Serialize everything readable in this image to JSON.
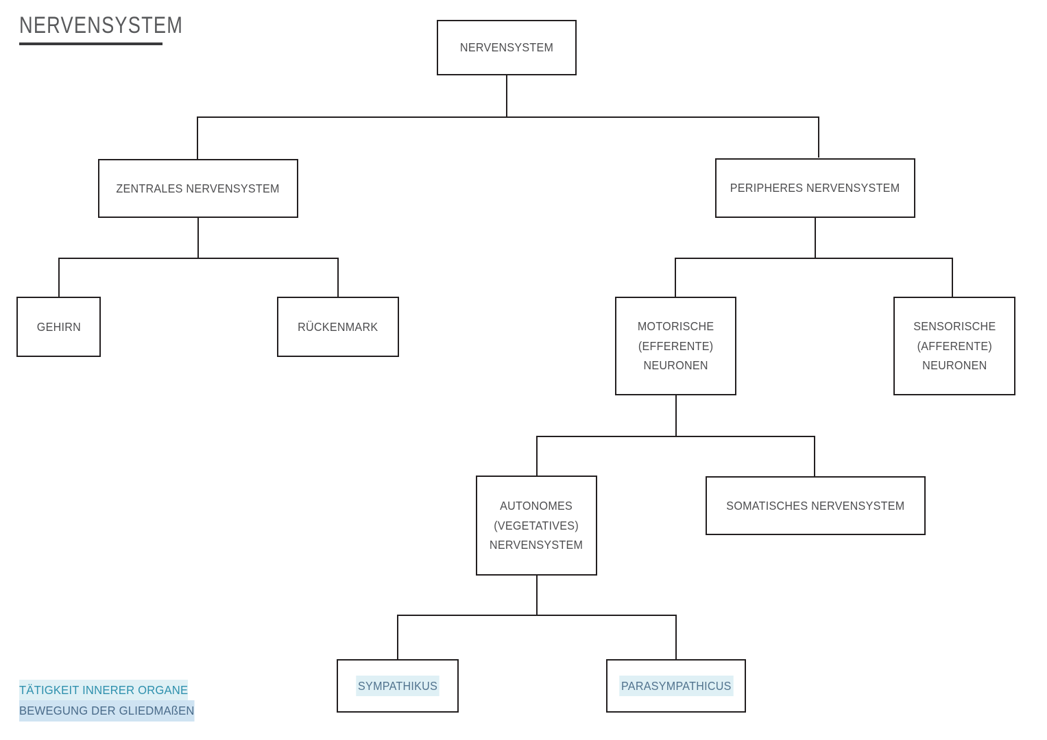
{
  "title": "NERVENSYSTEM",
  "colors": {
    "box_border": "#231f20",
    "box_fill": "#ffffff",
    "node_text": "#4d4d4f",
    "title_text": "#58595b",
    "accent_text": "#51738e",
    "accent_highlight": "#dff0f5",
    "legend_organs": "#2e90ad",
    "legend_limbs": "#4a6b8a",
    "connector": "#231f20"
  },
  "nodes": {
    "root": {
      "label": "NERVENSYSTEM"
    },
    "cns": {
      "label": "ZENTRALES NERVENSYSTEM"
    },
    "pns": {
      "label": "PERIPHERES NERVENSYSTEM"
    },
    "brain": {
      "label": "GEHIRN"
    },
    "spinal_cord": {
      "label": "RÜCKENMARK"
    },
    "motor": {
      "label": "MOTORISCHE\n(EFFERENTE)\nNEURONEN"
    },
    "sensory": {
      "label": "SENSORISCHE\n(AFFERENTE)\nNEURONEN"
    },
    "autonomic": {
      "label": "AUTONOMES\n(VEGETATIVES)\nNERVENSYSTEM"
    },
    "somatic": {
      "label": "SOMATISCHES NERVENSYSTEM"
    },
    "sympathetic": {
      "label": "SYMPATHIKUS"
    },
    "parasympathetic": {
      "label": "PARASYMPATHICUS"
    }
  },
  "legend": {
    "lines": [
      "TÄTIGKEIT INNERER ORGANE",
      "BEWEGUNG DER GLIEDMAßEN"
    ]
  },
  "chart_data": {
    "type": "tree",
    "title": "NERVENSYSTEM",
    "root": "NERVENSYSTEM",
    "edges": [
      [
        "NERVENSYSTEM",
        "ZENTRALES NERVENSYSTEM"
      ],
      [
        "NERVENSYSTEM",
        "PERIPHERES NERVENSYSTEM"
      ],
      [
        "ZENTRALES NERVENSYSTEM",
        "GEHIRN"
      ],
      [
        "ZENTRALES NERVENSYSTEM",
        "RÜCKENMARK"
      ],
      [
        "PERIPHERES NERVENSYSTEM",
        "MOTORISCHE (EFFERENTE) NEURONEN"
      ],
      [
        "PERIPHERES NERVENSYSTEM",
        "SENSORISCHE (AFFERENTE) NEURONEN"
      ],
      [
        "MOTORISCHE (EFFERENTE) NEURONEN",
        "AUTONOMES (VEGETATIVES) NERVENSYSTEM"
      ],
      [
        "MOTORISCHE (EFFERENTE) NEURONEN",
        "SOMATISCHES NERVENSYSTEM"
      ],
      [
        "AUTONOMES (VEGETATIVES) NERVENSYSTEM",
        "SYMPATHIKUS"
      ],
      [
        "AUTONOMES (VEGETATIVES) NERVENSYSTEM",
        "PARASYMPATHICUS"
      ]
    ],
    "levels": 5,
    "orientation": "top-down"
  }
}
